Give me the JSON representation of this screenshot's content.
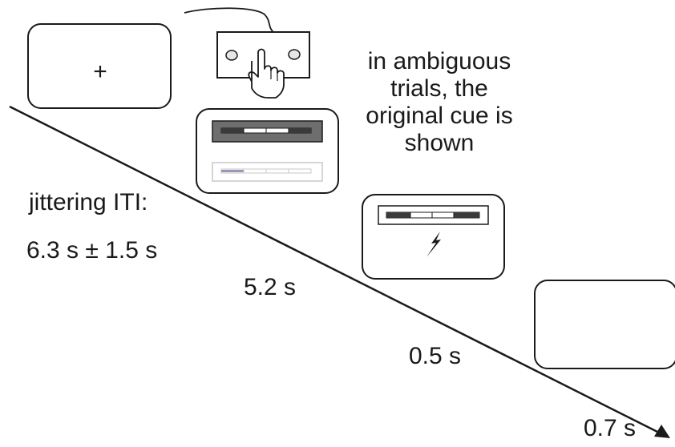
{
  "fixation_symbol": "+",
  "ambiguous_note": "in ambiguous trials, the original cue is shown",
  "iti_label": "jittering ITI:",
  "iti_value": "6.3 s ± 1.5 s",
  "durations": [
    "5.2 s",
    "0.5 s",
    "0.7 s"
  ],
  "colors": {
    "stroke": "#1a1a1a",
    "cue_dark": "#6e6e6e",
    "cue_light": "#c8c8c8",
    "cue_accent": "#9a95bd"
  }
}
